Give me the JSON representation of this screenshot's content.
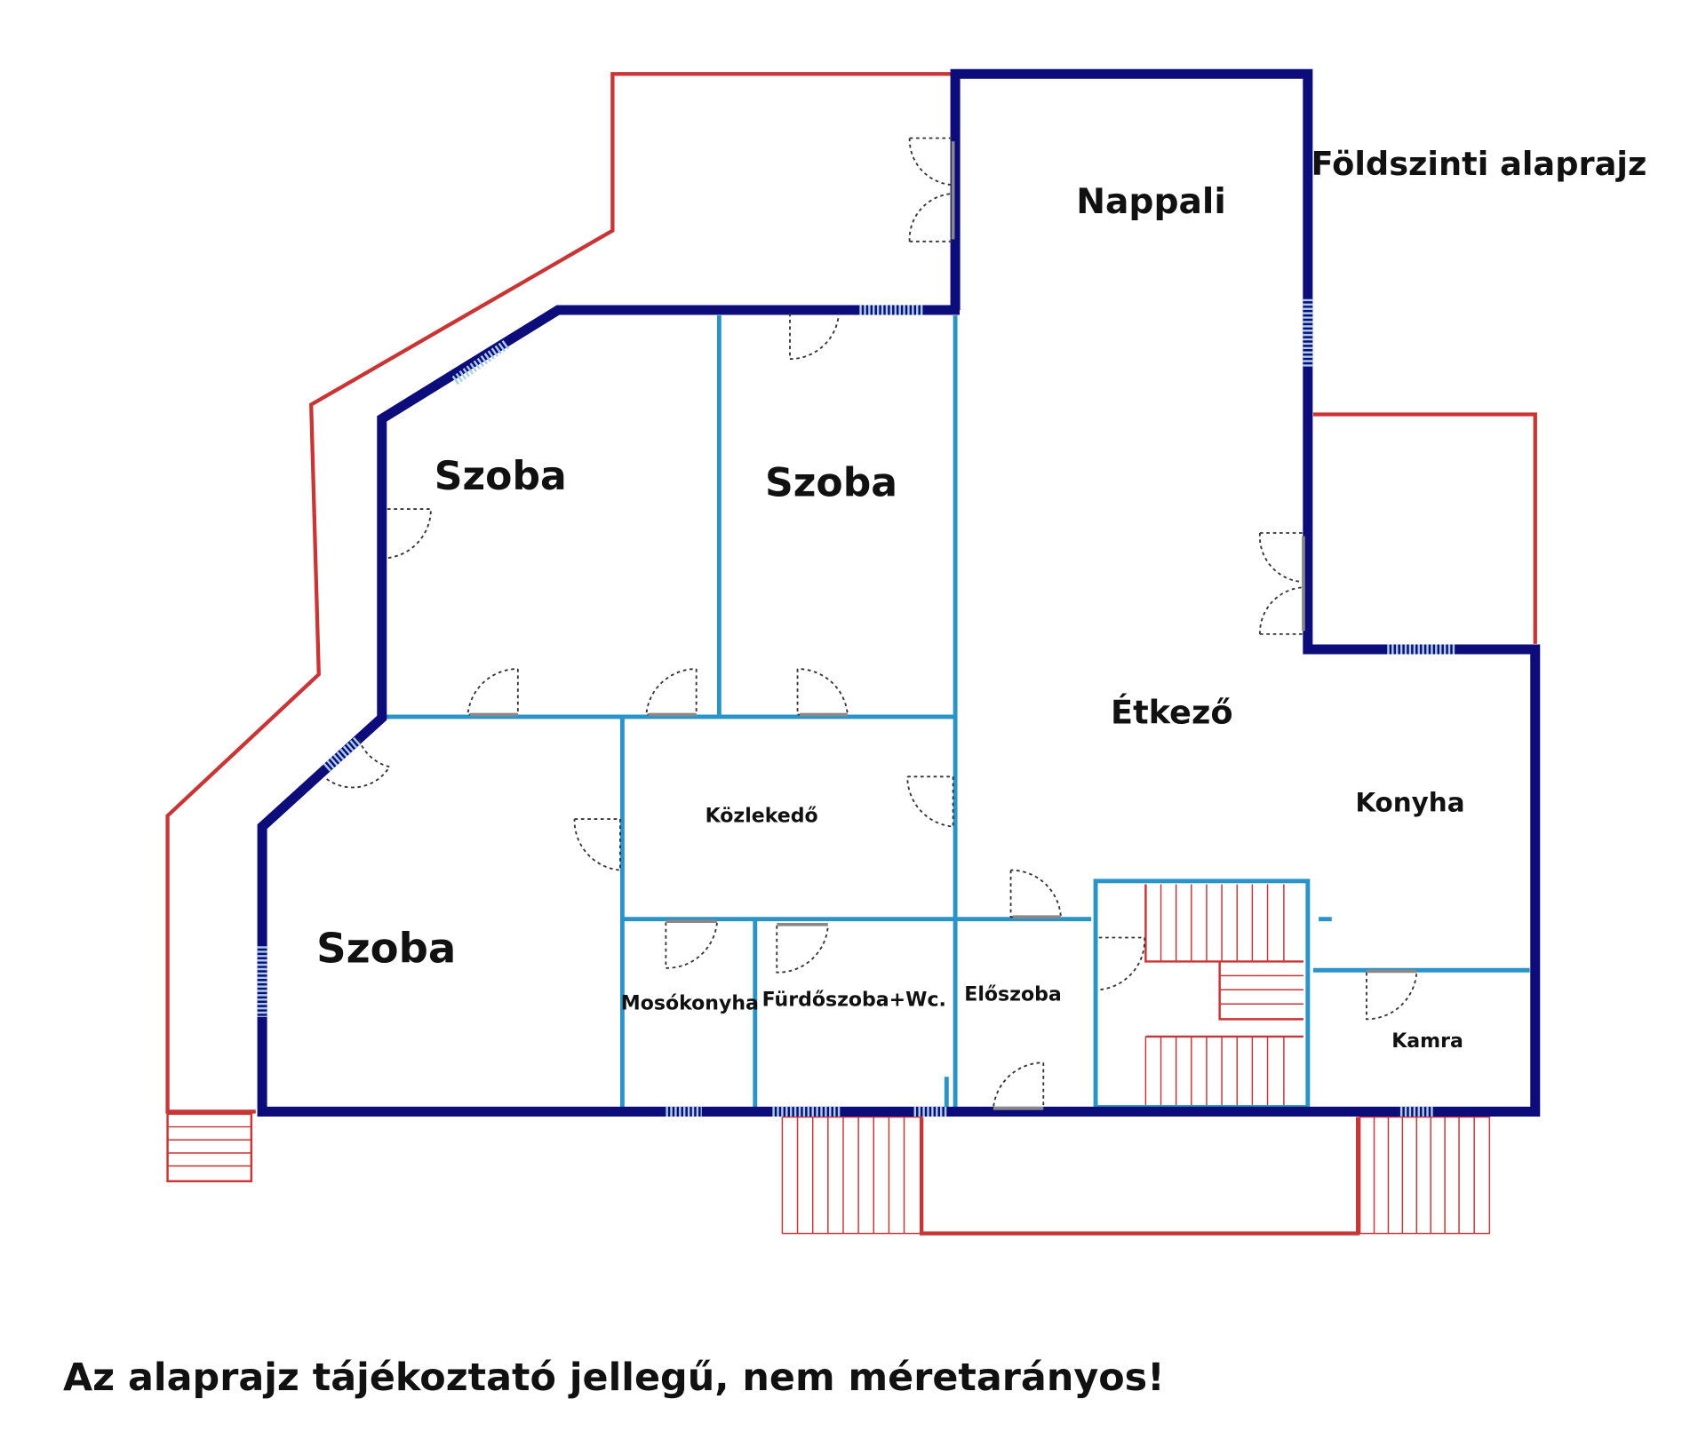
{
  "title": "Földszinti alaprajz",
  "disclaimer": "Az alaprajz tájékoztató jellegű, nem méretarányos!",
  "rooms": {
    "nappali": "Nappali",
    "szoba1": "Szoba",
    "szoba2": "Szoba",
    "szoba3": "Szoba",
    "etkezo": "Étkező",
    "konyha": "Konyha",
    "kozlekedo": "Közlekedő",
    "mosokonyha": "Mosókonyha",
    "furdoszoba": "Fürdőszoba+Wc.",
    "eloszoba": "Előszoba",
    "kamra": "Kamra"
  },
  "colors": {
    "exterior_wall": "#0c0c7a",
    "interior_wall": "#2a94c8",
    "terrace": "#c93434"
  }
}
